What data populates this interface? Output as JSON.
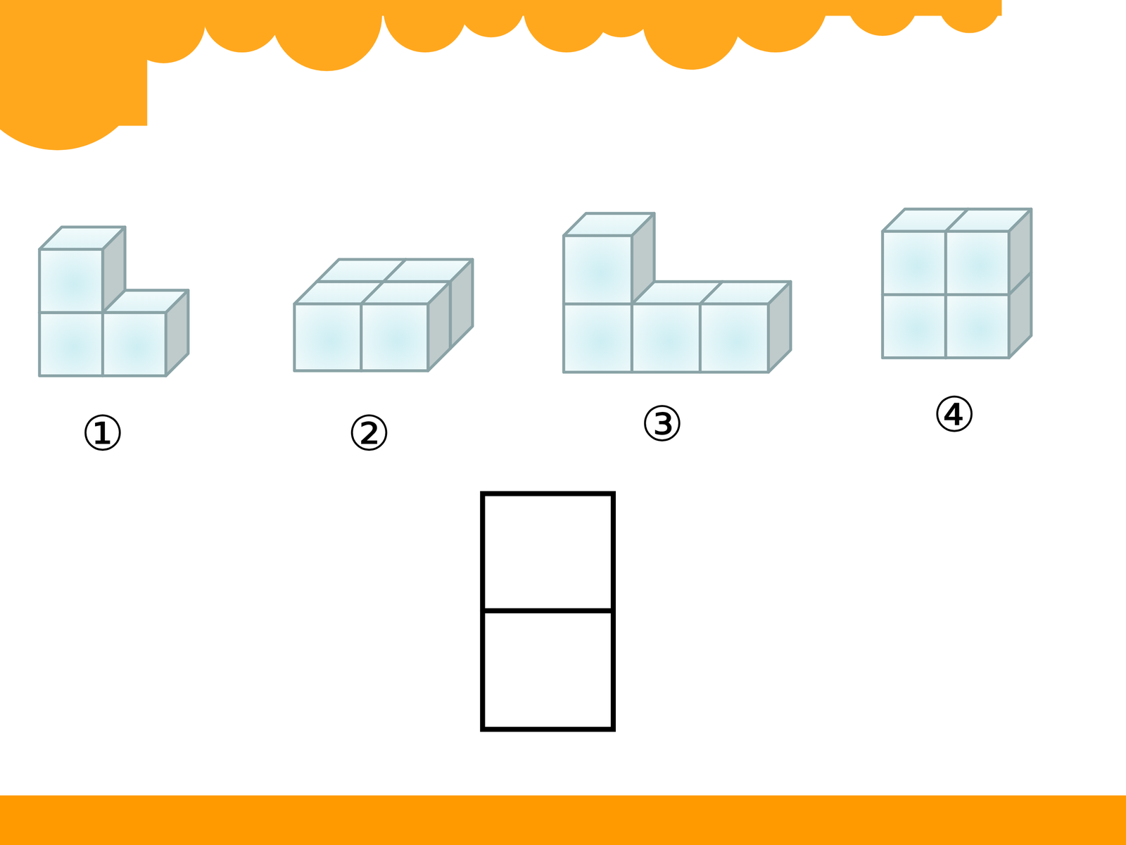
{
  "diagram": {
    "labels": [
      "①",
      "②",
      "③",
      "④"
    ]
  }
}
